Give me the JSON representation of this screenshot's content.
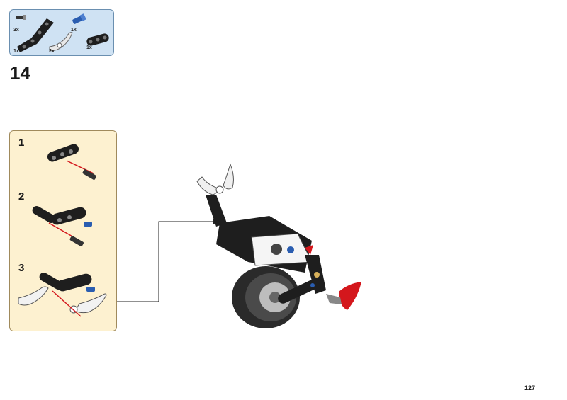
{
  "parts_list": {
    "items": [
      {
        "icon": "axle-pin-icon",
        "qty": "3x"
      },
      {
        "icon": "bent-liftarm-icon",
        "qty": "1x"
      },
      {
        "icon": "blue-pin-icon",
        "qty": "1x"
      },
      {
        "icon": "blade-icon",
        "qty": "2x"
      },
      {
        "icon": "liftarm-3-icon",
        "qty": "1x"
      }
    ]
  },
  "step": {
    "number": "14"
  },
  "substeps": [
    {
      "number": "1"
    },
    {
      "number": "2"
    },
    {
      "number": "3"
    }
  ],
  "colors": {
    "parts_bg": "#cfe2f3",
    "substep_bg": "#fdf1d0",
    "beam": "#1e1e1e",
    "accent_red": "#d4171c",
    "blue_pin": "#2a5db0"
  },
  "page": {
    "number": "127"
  }
}
